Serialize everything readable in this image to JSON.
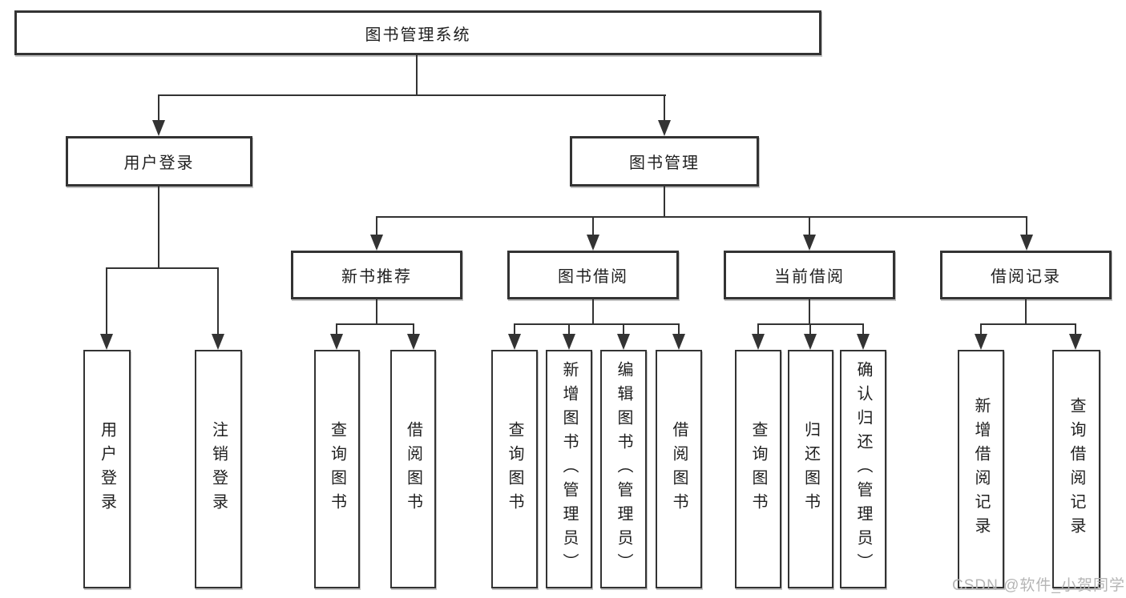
{
  "diagram": {
    "title": "图书管理系统",
    "tree": {
      "label": "图书管理系统",
      "children": [
        {
          "label": "用户登录",
          "children": [
            {
              "label": "用户登录"
            },
            {
              "label": "注销登录"
            }
          ]
        },
        {
          "label": "图书管理",
          "children": [
            {
              "label": "新书推荐",
              "children": [
                {
                  "label": "查询图书"
                },
                {
                  "label": "借阅图书"
                }
              ]
            },
            {
              "label": "图书借阅",
              "children": [
                {
                  "label": "查询图书"
                },
                {
                  "label": "新增图书（管理员）"
                },
                {
                  "label": "编辑图书（管理员）"
                },
                {
                  "label": "借阅图书"
                }
              ]
            },
            {
              "label": "当前借阅",
              "children": [
                {
                  "label": "查询图书"
                },
                {
                  "label": "归还图书"
                },
                {
                  "label": "确认归还（管理员）"
                }
              ]
            },
            {
              "label": "借阅记录",
              "children": [
                {
                  "label": "新增借阅记录"
                },
                {
                  "label": "查询借阅记录"
                }
              ]
            }
          ]
        }
      ]
    },
    "colors": {
      "line": "#333333",
      "text": "#1f1f1f",
      "background": "#ffffff",
      "watermark": "#b5b5b5"
    }
  },
  "watermark": {
    "text": "CSDN @软件_小贺同学"
  }
}
